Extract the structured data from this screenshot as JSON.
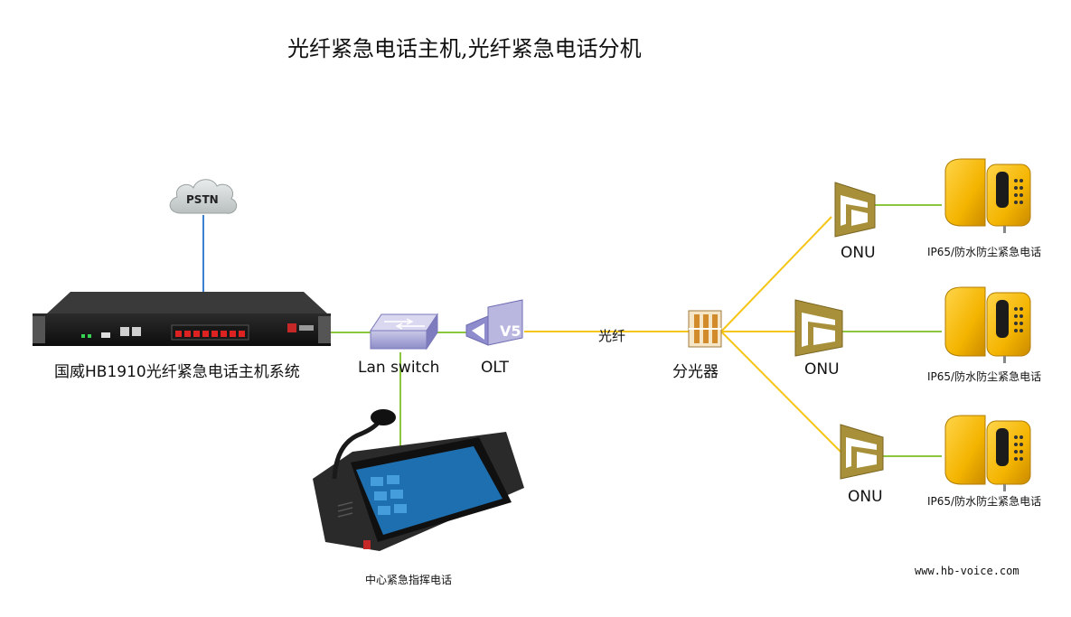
{
  "title": "光纤紧急电话主机,光纤紧急电话分机",
  "nodes": {
    "pstn": "PSTN",
    "host": "国威HB1910光纤紧急电话主机系统",
    "lan_switch": "Lan switch",
    "olt": "OLT",
    "fiber": "光纤",
    "splitter": "分光器",
    "onu_label": "ONU",
    "phone_label": "IP65/防水防尘紧急电话",
    "console": "中心紧急指挥电话",
    "olt_badge": "V5"
  },
  "website": "www.hb-voice.com",
  "colors": {
    "ethernet_line": "#8cc63f",
    "fiber_line": "#f5c518",
    "pstn_line": "#3b7fd1",
    "phone_yellow": "#f4b400",
    "onu_body": "#a8903a"
  }
}
